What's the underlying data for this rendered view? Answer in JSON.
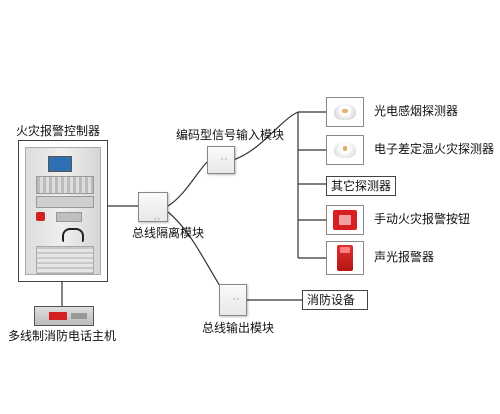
{
  "controller": {
    "title": "火灾报警控制器"
  },
  "phone_host": {
    "label": "多线制消防电话主机"
  },
  "isolation_module": {
    "label": "总线隔离模块"
  },
  "input_module": {
    "label": "编码型信号输入模块"
  },
  "output_module": {
    "label": "总线输出模块"
  },
  "fire_equipment": {
    "label": "消防设备"
  },
  "devices": [
    {
      "label": "光电感烟探测器",
      "icon": "smoke-detector-icon"
    },
    {
      "label": "电子差定温火灾探测器",
      "icon": "heat-detector-icon"
    },
    {
      "label": "其它探测器",
      "icon": "none"
    },
    {
      "label": "手动火灾报警按钮",
      "icon": "manual-call-point-icon"
    },
    {
      "label": "声光报警器",
      "icon": "sounder-strobe-icon"
    }
  ],
  "colors": {
    "line": "#333333",
    "alarm_red": "#d42020",
    "cabinet": "#e4e4e4"
  }
}
